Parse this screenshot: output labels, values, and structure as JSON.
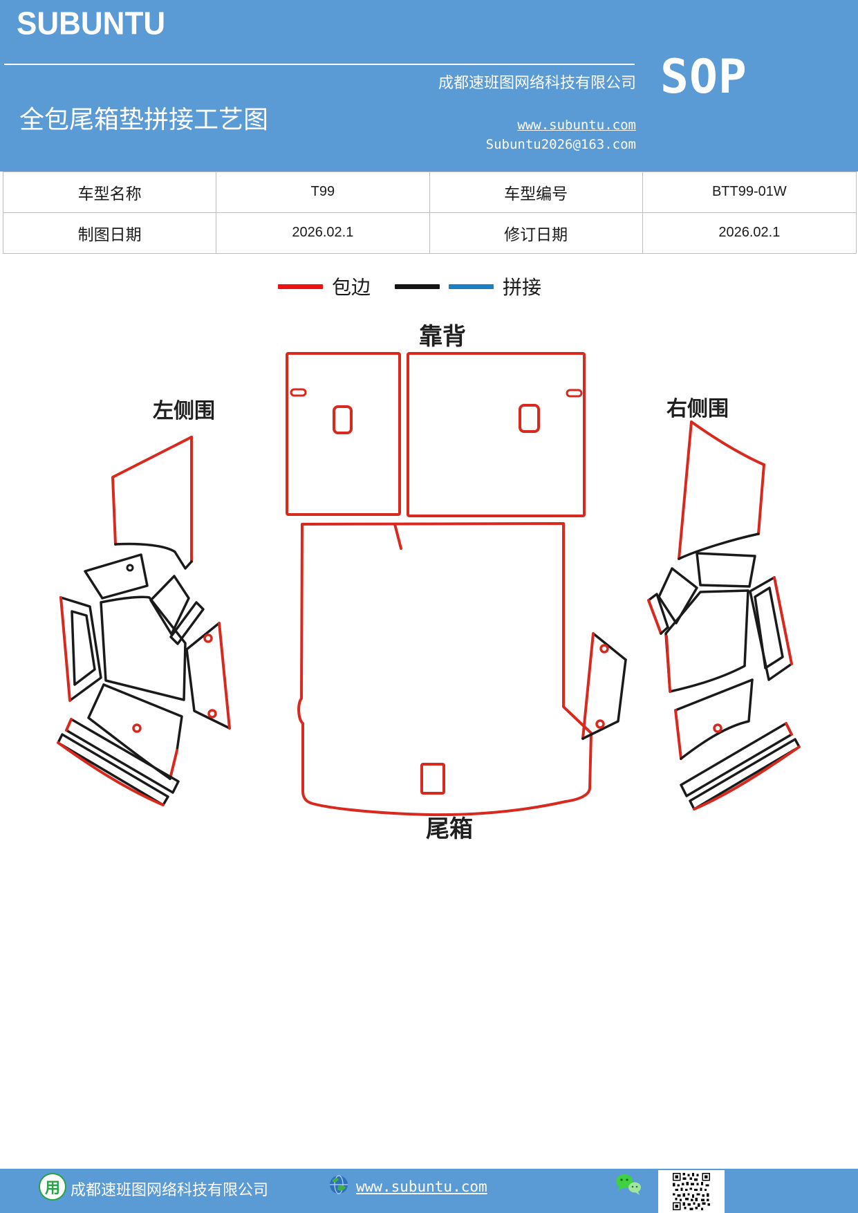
{
  "header": {
    "logo": "SUBUNTU",
    "company": "成都速班图网络科技有限公司",
    "title": "全包尾箱垫拼接工艺图",
    "sop": "SOP",
    "website": "www.subuntu.com",
    "email": "Subuntu2026@163.com",
    "background_color": "#5b9bd5",
    "text_color": "#ffffff"
  },
  "info_table": {
    "rows": [
      {
        "label1": "车型名称",
        "value1": "T99",
        "label2": "车型编号",
        "value2": "BTT99-01W"
      },
      {
        "label1": "制图日期",
        "value1": "2026.02.1",
        "label2": "修订日期",
        "value2": "2026.02.1"
      }
    ]
  },
  "legend": {
    "edge_label": "包边",
    "stitch_label": "拼接",
    "edge_color": "#ed1111",
    "stitch_colors": [
      "#141414",
      "#1b7fc4"
    ]
  },
  "diagram": {
    "labels": {
      "backrest": "靠背",
      "left_side": "左侧围",
      "right_side": "右侧围",
      "trunk": "尾箱"
    },
    "colors": {
      "edge_stroke": "#d9281e",
      "panel_stroke": "#1a1a1a"
    }
  },
  "footer": {
    "building_glyph": "用",
    "company": "成都速班图网络科技有限公司",
    "website": "www.subuntu.com",
    "icons": [
      "building-icon",
      "globe-icon",
      "wechat-icon",
      "qr-code"
    ],
    "background_color": "#5b9bd5"
  }
}
